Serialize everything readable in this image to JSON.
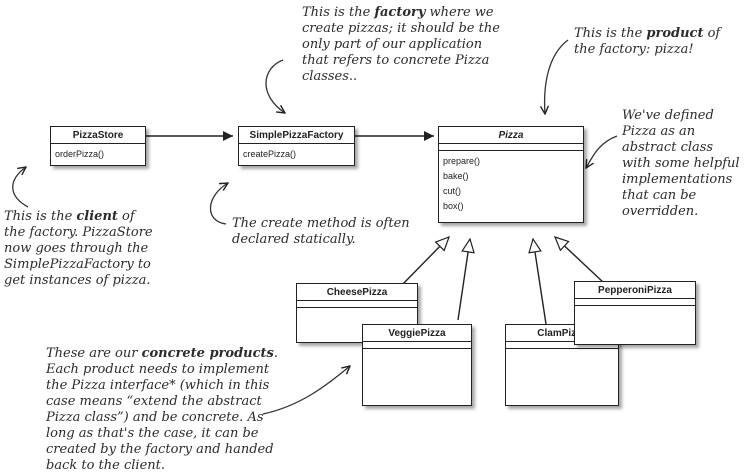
{
  "classes": {
    "pizza_store": {
      "name": "PizzaStore",
      "methods": [
        "orderPizza()"
      ]
    },
    "simple_pizza_factory": {
      "name": "SimplePizzaFactory",
      "methods": [
        "createPizza()"
      ]
    },
    "pizza": {
      "name": "Pizza",
      "methods": [
        "prepare()",
        "bake()",
        "cut()",
        "box()"
      ]
    },
    "cheese_pizza": {
      "name": "CheesePizza"
    },
    "veggie_pizza": {
      "name": "VeggiePizza"
    },
    "clam_pizza": {
      "name": "ClamPizza"
    },
    "pepperoni_pizza": {
      "name": "PepperoniPizza"
    }
  },
  "notes": {
    "factory": {
      "before": "This is the ",
      "bold": "factory",
      "after": " where we create pizzas; it should be the only part of our application that refers to concrete Pizza classes.."
    },
    "product": {
      "before": "This is the ",
      "bold": "product",
      "after": " of the factory: pizza!"
    },
    "abstract": {
      "text": "We've defined Pizza as an abstract class with some helpful implementations that can be overridden."
    },
    "client": {
      "before": "This is the ",
      "bold": "client",
      "after": " of the factory. PizzaStore now goes through the SimplePizzaFactory to get instances of pizza."
    },
    "create_method": {
      "text": "The create method is often declared statically."
    },
    "concrete": {
      "before": "These are our ",
      "bold": "concrete products",
      "after": ". Each product needs to implement the Pizza interface* (which in this case means “extend the abstract Pizza class”) and be concrete. As long as that's the case, it can be created by the factory and handed back to the client."
    }
  }
}
